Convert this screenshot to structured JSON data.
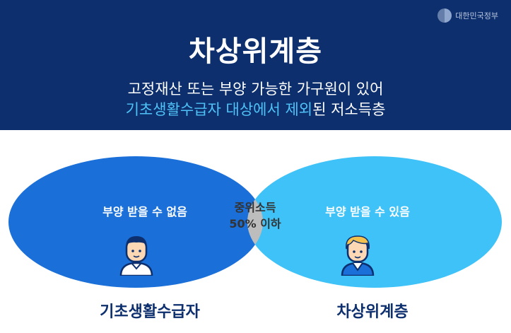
{
  "header": {
    "logo_text": "대한민국정부",
    "title": "차상위계층",
    "subtitle_line1": "고정재산 또는 부양 가능한 가구원이 있어",
    "subtitle_line2_highlight": "기초생활수급자 대상에서 제외",
    "subtitle_line2_rest": "된 저소득층"
  },
  "venn": {
    "left_label": "부양 받을 수 없음",
    "right_label": "부양 받을 수 있음",
    "center_line1": "중위소득",
    "center_line2": "50% 이하",
    "left_group": "기초생활수급자",
    "right_group": "차상위계층"
  },
  "colors": {
    "header_bg": "#0d2f6e",
    "highlight": "#4fc3f7",
    "left_circle": "#1a6fd8",
    "right_circle": "#3fc2f7",
    "overlap": "#bdbdbd"
  }
}
